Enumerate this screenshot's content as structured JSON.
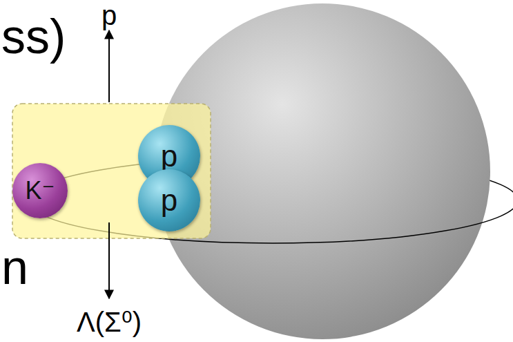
{
  "diagram": {
    "nodes": [
      {
        "text": [
          "K⁻"
        ]
      },
      {
        "text": [
          "p"
        ]
      },
      {
        "text": [
          "p"
        ]
      }
    ],
    "labels": [
      "ss)",
      "p",
      "n",
      "Λ(Σ⁰)"
    ]
  }
}
